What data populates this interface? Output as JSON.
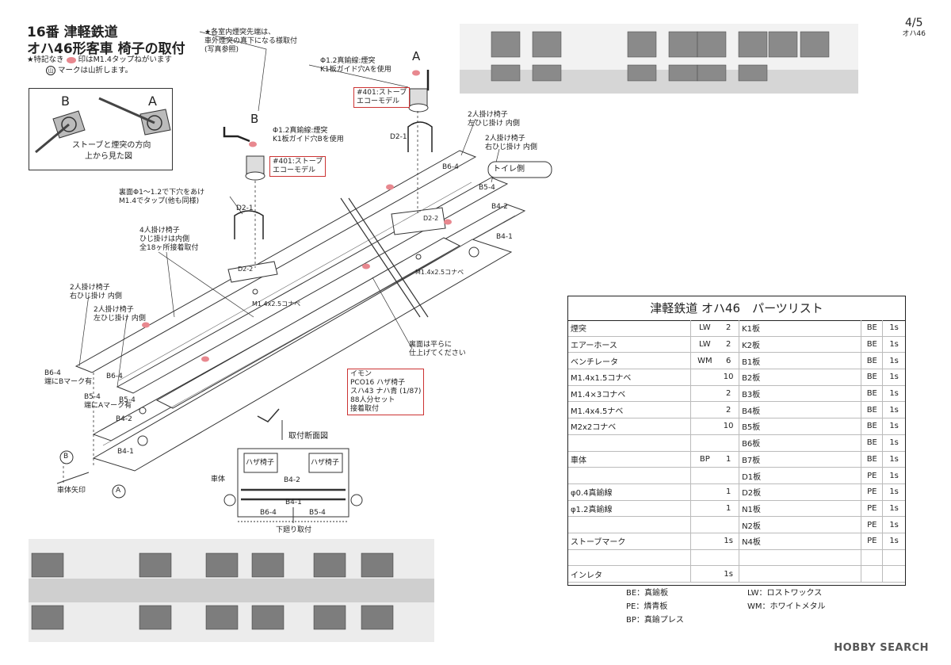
{
  "header": {
    "title_line1": "16番 津軽鉄道",
    "title_line2": "オハ46形客車 椅子の取付",
    "note1_pre": "★特記なき",
    "note1_post": "印はM1.4タップねがいます",
    "note2_mark": "山",
    "note2_post": "マークは山折します。"
  },
  "page_number": {
    "main": "4/5",
    "sub": "オハ46"
  },
  "inset": {
    "label_b": "B",
    "label_a": "A",
    "caption_line1": "ストーブと煙突の方向",
    "caption_line2": "上から見た図"
  },
  "diagram": {
    "note_chimney": [
      "★各室内煙突先端は、",
      "車外煙突の真下になる様取付",
      "(写真参照)"
    ],
    "label_a": "A",
    "label_b": "B",
    "wire_a": [
      "Φ1.2真鍮線:煙突",
      "K1板ガイド穴Aを使用"
    ],
    "wire_b": [
      "Φ1.2真鍮線:煙突",
      "K1板ガイド穴Bを使用"
    ],
    "stove_a": [
      "#401:ストーブ",
      "エコーモデル"
    ],
    "stove_b": [
      "#401:ストーブ",
      "エコーモデル"
    ],
    "seat2_left_top": [
      "2人掛け椅子",
      "左ひじ掛け 内側"
    ],
    "seat2_right_top": [
      "2人掛け椅子",
      "右ひじ掛け 内側"
    ],
    "toilet_side": "トイレ側",
    "hole_note": [
      "裏面Φ1〜1.2で下穴をあけ",
      "M1.4でタップ(他も同様)"
    ],
    "seat4_note": [
      "4人掛け椅子",
      "ひじ掛けは内側",
      "全18ヶ所接着取付"
    ],
    "seat2_right_left": [
      "2人掛け椅子",
      "右ひじ掛け 内側"
    ],
    "seat2_left_left": [
      "2人掛け椅子",
      "左ひじ掛け 内側"
    ],
    "b64_note": [
      "B6-4",
      "端にBマーク有"
    ],
    "b54_note": [
      "B5-4",
      "端にAマーク有"
    ],
    "flat_note": [
      "裏面は平らに",
      "仕上げてください"
    ],
    "imon_note": [
      "イモン",
      "PCO16 ハザ椅子",
      "スハ43 ナハ青 (1/87)",
      "88人分セット",
      "接着取付"
    ],
    "screw_a": "M1.4x2.5コナベ",
    "screw_b": "M1.4x2.5コナベ",
    "section_title": "取付断面図",
    "section_seat_l": "ハザ椅子",
    "section_seat_r": "ハザ椅子",
    "section_body": "車体",
    "section_bottom": "下廻り取付",
    "car_arrow": "車体矢印",
    "plates": [
      "B6-4",
      "B5-4",
      "B4-2",
      "B4-1",
      "D2-1",
      "D2-2",
      "D2-2",
      "D2-1",
      "B6-4",
      "B5-4",
      "B4-2",
      "B4-1",
      "B4-2",
      "B4-1",
      "B6-4",
      "B5-4"
    ],
    "circle_b": "B",
    "circle_a": "A"
  },
  "parts_list": {
    "title": "津軽鉄道 オハ46　パーツリスト",
    "rows": [
      [
        "煙突",
        "LW",
        "2",
        "K1板",
        "BE",
        "1s"
      ],
      [
        "エアーホース",
        "LW",
        "2",
        "K2板",
        "BE",
        "1s"
      ],
      [
        "ベンチレータ",
        "WM",
        "6",
        "B1板",
        "BE",
        "1s"
      ],
      [
        "M1.4x1.5コナベ",
        "",
        "10",
        "B2板",
        "BE",
        "1s"
      ],
      [
        "M1.4×3コナベ",
        "",
        "2",
        "B3板",
        "BE",
        "1s"
      ],
      [
        "M1.4x4.5ナベ",
        "",
        "2",
        "B4板",
        "BE",
        "1s"
      ],
      [
        "M2x2コナベ",
        "",
        "10",
        "B5板",
        "BE",
        "1s"
      ],
      [
        "",
        "",
        "",
        "B6板",
        "BE",
        "1s"
      ],
      [
        "車体",
        "BP",
        "1",
        "B7板",
        "BE",
        "1s"
      ],
      [
        "",
        "",
        "",
        "D1板",
        "PE",
        "1s"
      ],
      [
        "φ0.4真鍮線",
        "",
        "1",
        "D2板",
        "PE",
        "1s"
      ],
      [
        "φ1.2真鍮線",
        "",
        "1",
        "N1板",
        "PE",
        "1s"
      ],
      [
        "",
        "",
        "",
        "N2板",
        "PE",
        "1s"
      ],
      [
        "ストーブマーク",
        "",
        "1s",
        "N4板",
        "PE",
        "1s"
      ],
      [
        "",
        "",
        "",
        "",
        "",
        ""
      ],
      [
        "インレタ",
        "",
        "1s",
        "",
        "",
        ""
      ]
    ]
  },
  "legend": {
    "be": "BE：真鍮板",
    "pe": "PE：燐青板",
    "bp": "BP：真鍮プレス",
    "lw": "LW：ロストワックス",
    "wm": "WM：ホワイトメタル"
  },
  "watermark": "HOBBY SEARCH"
}
